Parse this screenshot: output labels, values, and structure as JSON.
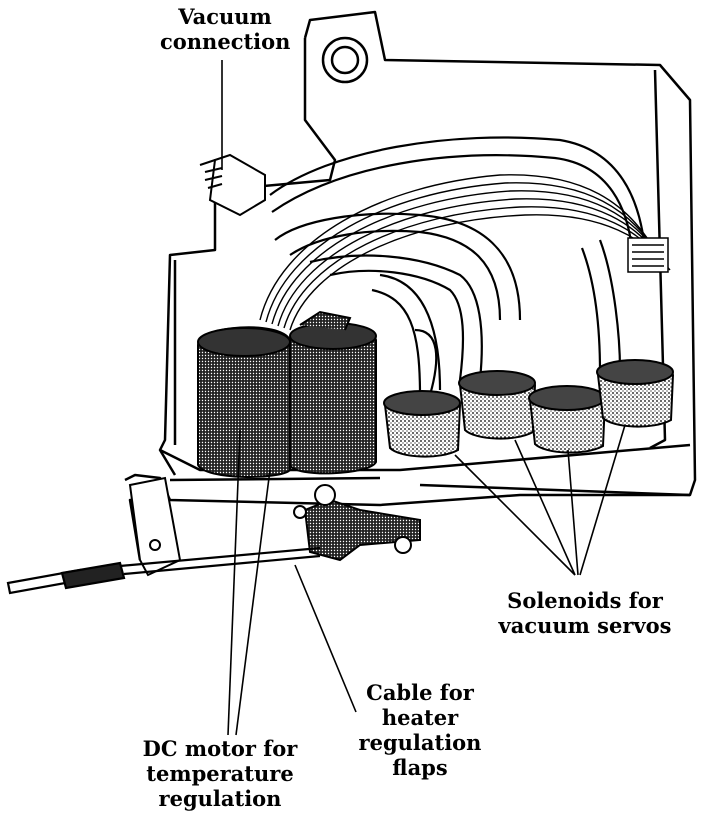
{
  "labels": {
    "vacuum_connection": [
      "Vacuum",
      "connection"
    ],
    "solenoids": [
      "Solenoids for",
      "vacuum servos"
    ],
    "cable": [
      "Cable for",
      "heater",
      "regulation",
      "flaps"
    ],
    "dc_motor": [
      "DC motor for",
      "temperature",
      "regulation"
    ]
  },
  "colors": {
    "ink": "#000000",
    "paper": "#ffffff",
    "stipple": "#7a7a7a"
  }
}
